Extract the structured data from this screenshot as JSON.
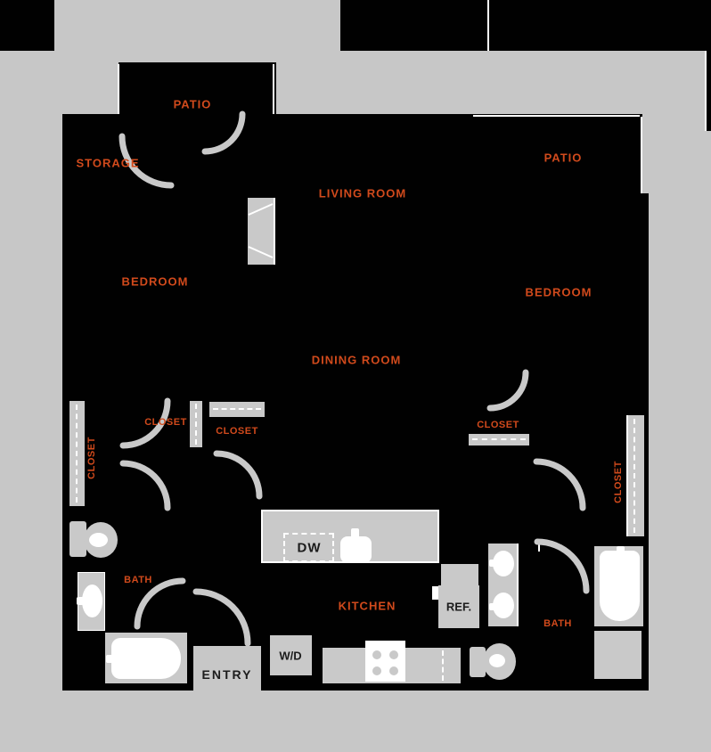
{
  "plan": {
    "rooms": {
      "patio_top": "PATIO",
      "storage": "STORAGE",
      "living_room": "LIVING ROOM",
      "patio_right": "PATIO",
      "bedroom_left": "BEDROOM",
      "bedroom_right": "BEDROOM",
      "dining_room": "DINING ROOM",
      "kitchen": "KITCHEN",
      "bath_left": "BATH",
      "bath_right": "BATH",
      "closet_left_wall": "CLOSET",
      "closet_left_a": "CLOSET",
      "closet_left_b": "CLOSET",
      "closet_right": "CLOSET",
      "closet_right_wall": "CLOSET"
    },
    "appliances": {
      "dishwasher": "DW",
      "refrigerator": "REF.",
      "washer_dryer": "W/D",
      "entry": "ENTRY"
    },
    "colors": {
      "background": "#c7c7c7",
      "floor": "#010101",
      "fixture": "#c9c9c9",
      "wall_line": "#ffffff",
      "room_label": "#d14a1c",
      "appliance_label": "#1c1c1c"
    }
  }
}
